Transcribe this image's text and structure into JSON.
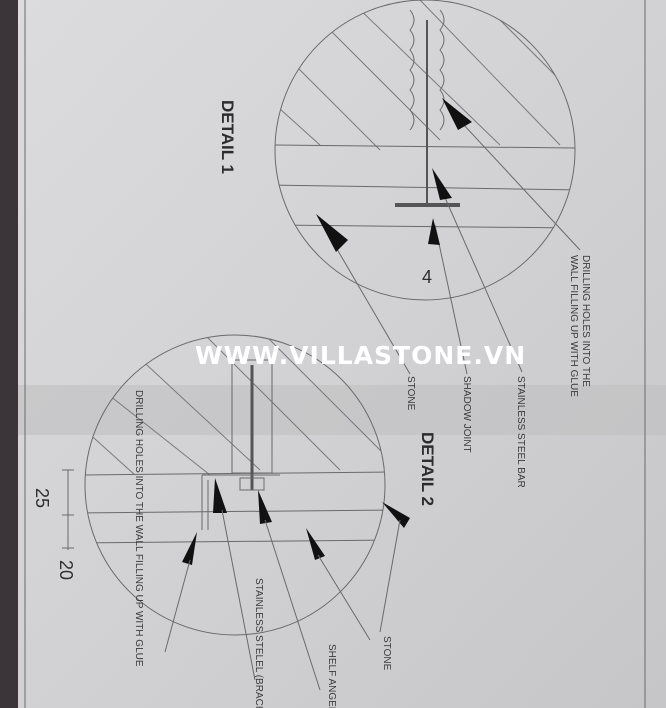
{
  "detail1": {
    "title": "DETAIL 1",
    "labels": [
      "DRILLING HOLES INTO THE",
      "WALL FILLING UP WITH GLUE",
      "STAINLESS STEEL BAR",
      "SHADOW JOINT",
      "STONE"
    ],
    "dimension": "4"
  },
  "detail2": {
    "title": "DETAIL 2",
    "labels": [
      "DRILLING HOLES INTO THE WALL FILLING UP WITH GLUE",
      "STAINLESS STELEL (BRACKET)",
      "SHELF ANGELS",
      "STONE"
    ],
    "dimensions": [
      "25",
      "20"
    ]
  },
  "watermark": "WWW.VILLASTONE.VN",
  "colors": {
    "paper": "#d4d4d6",
    "ink": "#3a3a3c",
    "arrow": "#111111"
  }
}
